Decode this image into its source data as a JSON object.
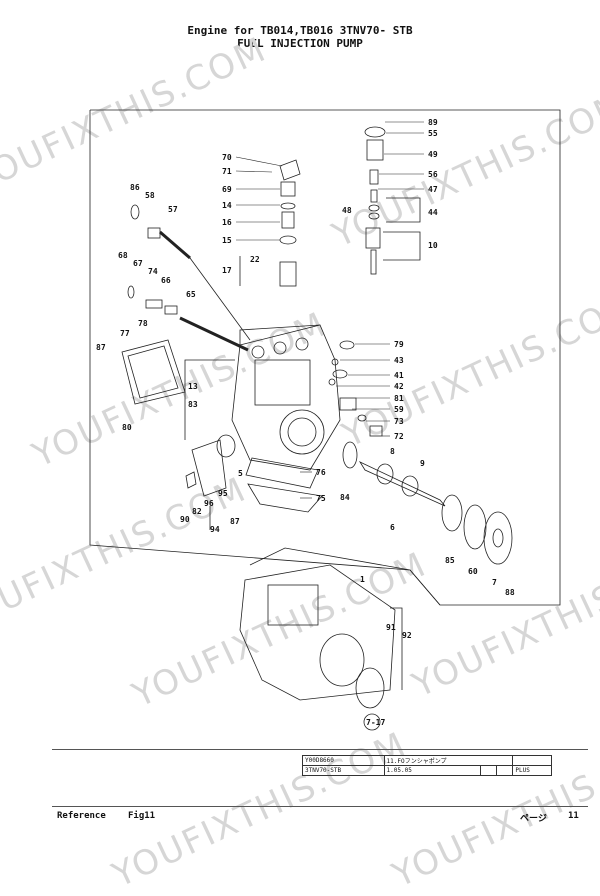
{
  "header": {
    "line1": "Engine for TB014,TB016  3TNV70- STB",
    "line2": "FUEL INJECTION PUMP"
  },
  "watermark": "YOUFIXTHIS.COM",
  "callouts": {
    "c89": "89",
    "c55": "55",
    "c49": "49",
    "c56": "56",
    "c47": "47",
    "c48": "48",
    "c44": "44",
    "c10": "10",
    "c70": "70",
    "c71": "71",
    "c69": "69",
    "c14": "14",
    "c16": "16",
    "c15": "15",
    "c22": "22",
    "c17": "17",
    "c86": "86",
    "c58": "58",
    "c57": "57",
    "c68": "68",
    "c67": "67",
    "c74": "74",
    "c66": "66",
    "c65": "65",
    "c77": "77",
    "c78": "78",
    "c87a": "87",
    "c80": "80",
    "c13": "13",
    "c83": "83",
    "c79": "79",
    "c43": "43",
    "c41": "41",
    "c42": "42",
    "c81": "81",
    "c59": "59",
    "c73": "73",
    "c72": "72",
    "c8": "8",
    "c9": "9",
    "c76": "76",
    "c75": "75",
    "c84": "84",
    "c5": "5",
    "c95": "95",
    "c96": "96",
    "c82": "82",
    "c90": "90",
    "c94": "94",
    "c87b": "87",
    "c6": "6",
    "c85": "85",
    "c60": "60",
    "c7": "7",
    "c88": "88",
    "c1": "1",
    "c91": "91",
    "c92": "92",
    "ref": "7-17"
  },
  "title_block": {
    "code": "Y00D8660",
    "name": "11.FOフンシャポンプ",
    "model": "3TNV70-STB",
    "date": "1.05.05",
    "stamp": "PLUS"
  },
  "footer": {
    "reference_label": "Reference",
    "fig": "Fig11",
    "page_label": "ページ",
    "page_number": "11"
  }
}
